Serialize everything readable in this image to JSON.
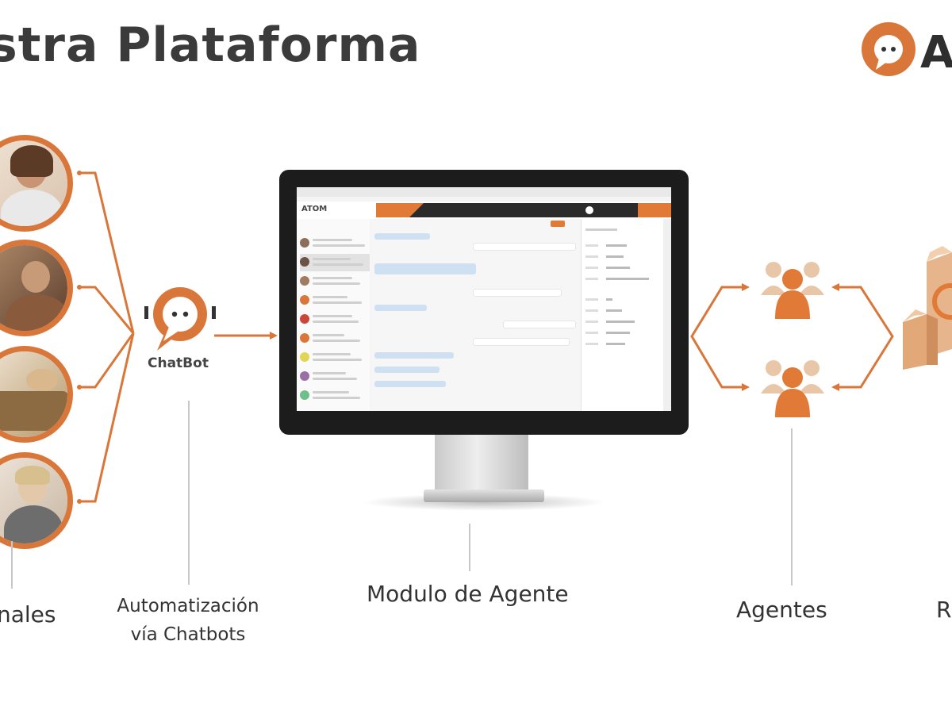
{
  "header": {
    "title": "stra Plataforma"
  },
  "logo": {
    "text": "A"
  },
  "chatbot": {
    "label": "ChatBot"
  },
  "labels": {
    "canales": "nales",
    "automatizacion_line1": "Automatización",
    "automatizacion_line2": "vía Chatbots",
    "modulo": "Modulo de Agente",
    "agentes": "Agentes",
    "right_partial": "R"
  },
  "screen_app": {
    "brand": "ATOM"
  },
  "colors": {
    "accent": "#d9773a",
    "agent_primary": "#e07a36",
    "agent_secondary": "#e8c7a8",
    "text_dark": "#3b3b3b"
  }
}
